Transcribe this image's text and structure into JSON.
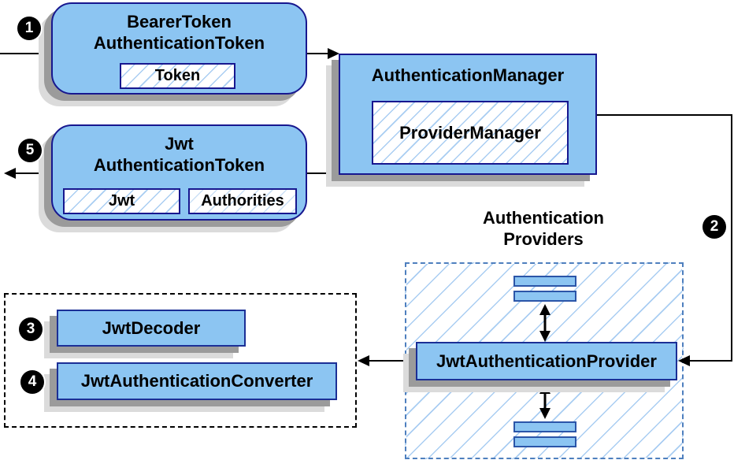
{
  "bearer_token": {
    "title_line1": "BearerToken",
    "title_line2": "AuthenticationToken",
    "field_token": "Token"
  },
  "jwt_token": {
    "title_line1": "Jwt",
    "title_line2": "AuthenticationToken",
    "field_jwt": "Jwt",
    "field_authorities": "Authorities"
  },
  "authentication_manager": {
    "title": "AuthenticationManager",
    "field_provider_manager": "ProviderManager"
  },
  "authentication_providers": {
    "label_line1": "Authentication",
    "label_line2": "Providers",
    "provider_box": "JwtAuthenticationProvider"
  },
  "jwt_tools": {
    "decoder": "JwtDecoder",
    "converter": "JwtAuthenticationConverter"
  },
  "steps": [
    {
      "n": "1"
    },
    {
      "n": "2"
    },
    {
      "n": "3"
    },
    {
      "n": "4"
    },
    {
      "n": "5"
    }
  ],
  "colors": {
    "box_fill": "#8CC5F2",
    "box_border": "#17178F",
    "bar_border": "#2B55A8",
    "hatch_line": "#A9CDF2",
    "providers_dash": "#4E7FBE",
    "tools_dash": "#000000",
    "arrow": "#000000",
    "shadow_dark": "#9B9B9B",
    "shadow_light": "#DBDBDB"
  }
}
